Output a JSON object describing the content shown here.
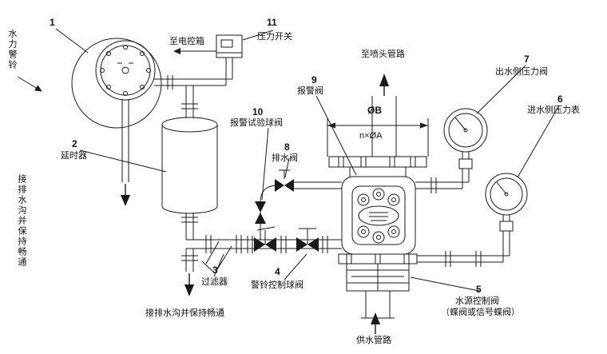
{
  "callouts": {
    "c1": {
      "num": "1",
      "label": "水力警铃"
    },
    "c2": {
      "num": "2",
      "label": "延时器"
    },
    "c3": {
      "num": "3",
      "label": "过滤器"
    },
    "c4": {
      "num": "4",
      "label": "警铃控制球阀"
    },
    "c5": {
      "num": "5",
      "label": "水源控制阀",
      "label2": "（蝶阀或信号蝶阀）"
    },
    "c6": {
      "num": "6",
      "label": "进水侧压力表"
    },
    "c7": {
      "num": "7",
      "label": "出水侧压力阀"
    },
    "c8": {
      "num": "8",
      "label": "排水阀"
    },
    "c9": {
      "num": "9",
      "label": "报警阀"
    },
    "c10": {
      "num": "10",
      "label": "报警试验球阀"
    },
    "c11": {
      "num": "11",
      "label": "压力开关"
    }
  },
  "annotations": {
    "to_control_box": "至电控箱",
    "to_sprinkler_piping": "至喷头管路",
    "drain_left": "接排水沟并保持畅通",
    "drain_bottom": "接排水沟并保持畅通",
    "water_supply": "供水管路",
    "dim_diameter_b": "ØB",
    "dim_bolt_holes": "n×ØA"
  },
  "colors": {
    "line": "#1a1a1a",
    "background": "#ffffff"
  }
}
